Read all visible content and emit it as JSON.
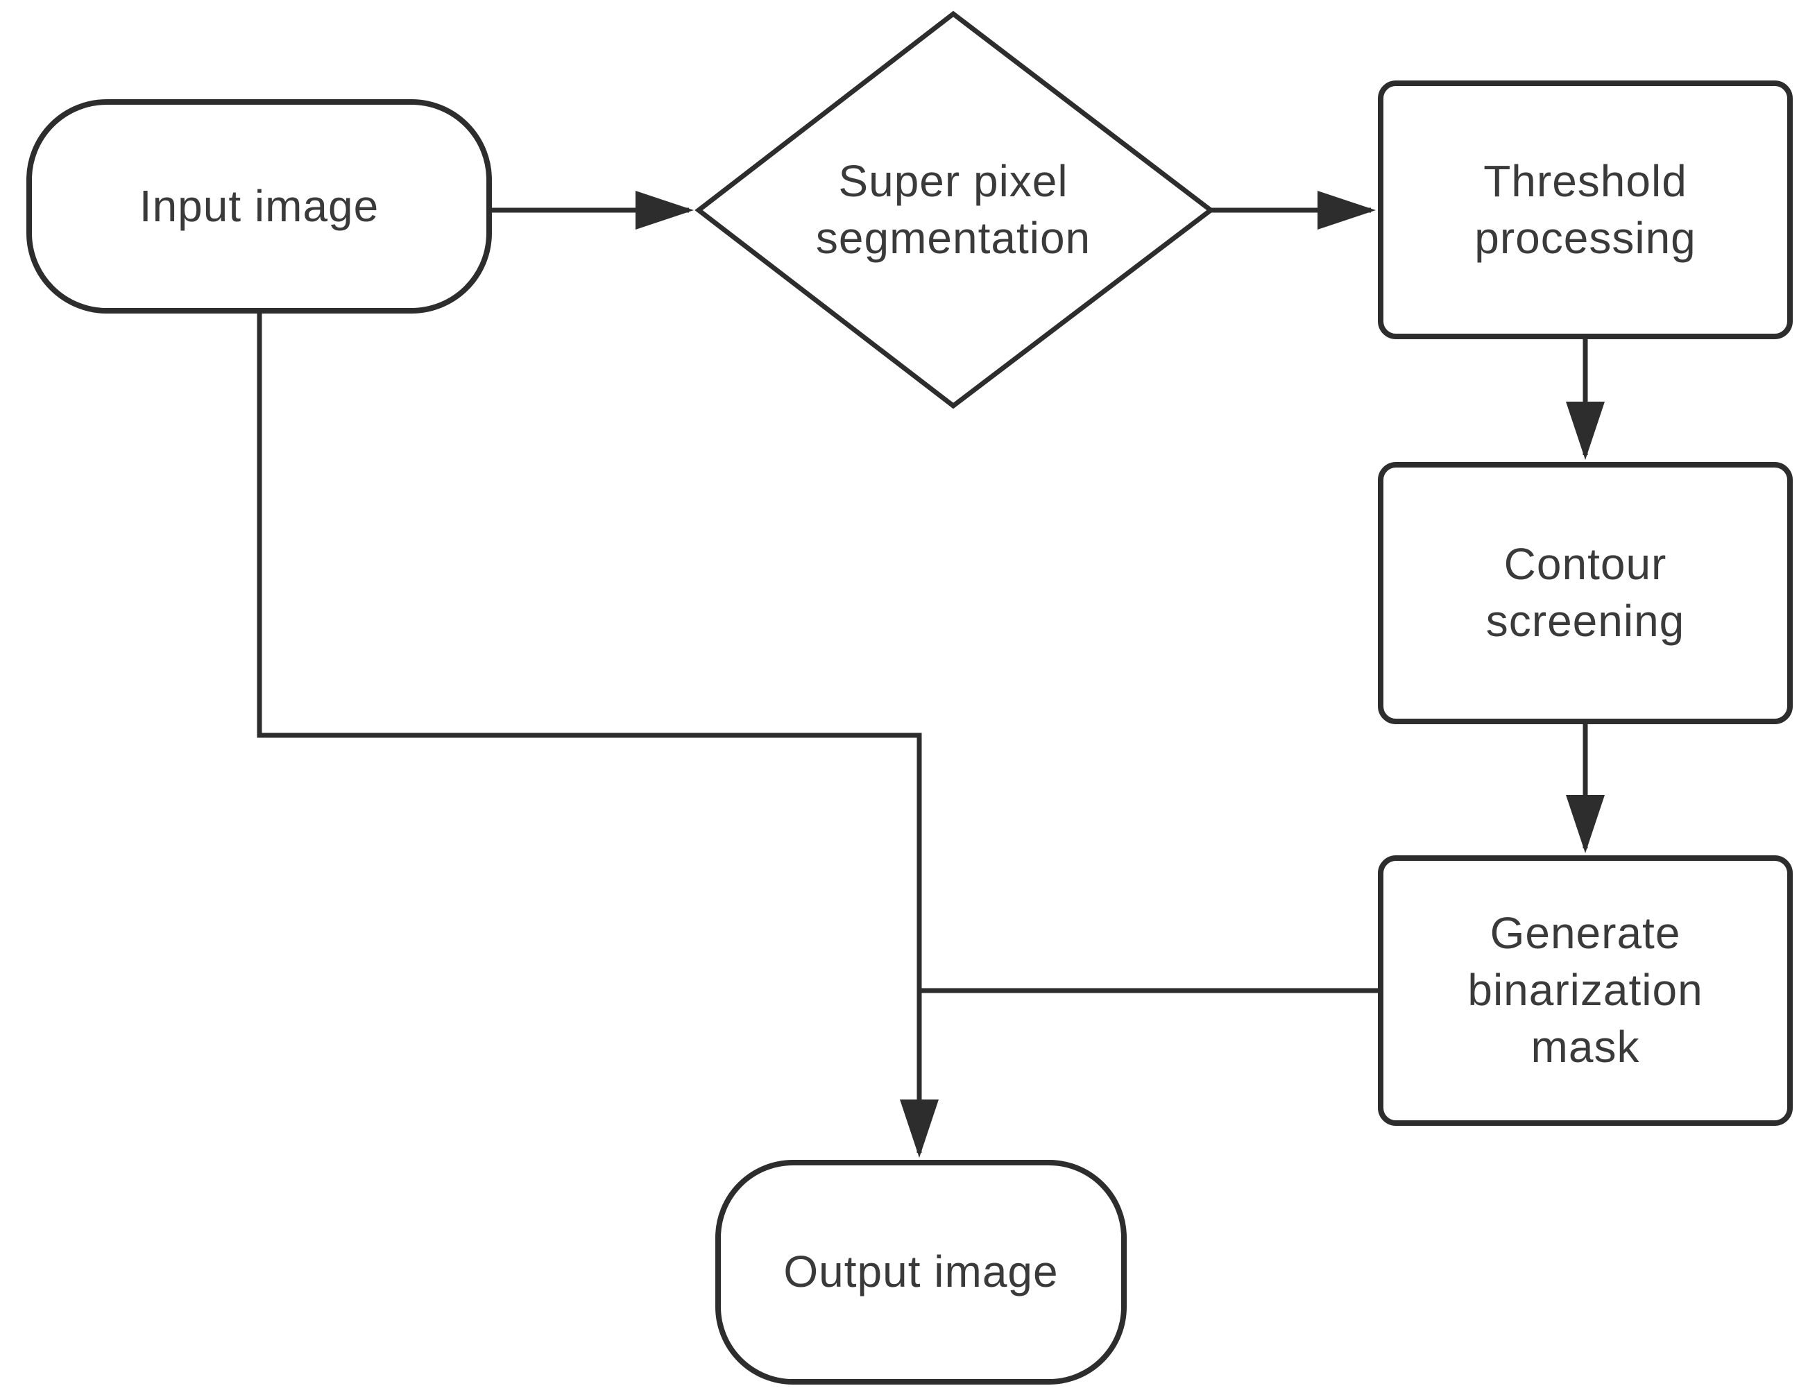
{
  "diagram": {
    "type": "flowchart",
    "background": "#ffffff",
    "line_color": "#2d2d2d",
    "text_color": "#3a3a3a",
    "nodes": [
      {
        "id": "input",
        "shape": "rounded-terminator",
        "label": "Input image"
      },
      {
        "id": "superpixel",
        "shape": "diamond",
        "label": "Super pixel\nsegmentation"
      },
      {
        "id": "threshold",
        "shape": "process-rect",
        "label": "Threshold\nprocessing"
      },
      {
        "id": "contour",
        "shape": "process-rect",
        "label": "Contour\nscreening"
      },
      {
        "id": "mask",
        "shape": "process-rect",
        "label": "Generate\nbinarization\nmask"
      },
      {
        "id": "output",
        "shape": "rounded-terminator",
        "label": "Output image"
      }
    ],
    "edges": [
      {
        "from": "input",
        "to": "superpixel",
        "style": "arrow"
      },
      {
        "from": "superpixel",
        "to": "threshold",
        "style": "arrow"
      },
      {
        "from": "threshold",
        "to": "contour",
        "style": "arrow"
      },
      {
        "from": "contour",
        "to": "mask",
        "style": "arrow"
      },
      {
        "from": "input",
        "to": "output",
        "style": "elbow-arrow"
      },
      {
        "from": "mask",
        "to": "output",
        "style": "elbow-join"
      }
    ]
  }
}
